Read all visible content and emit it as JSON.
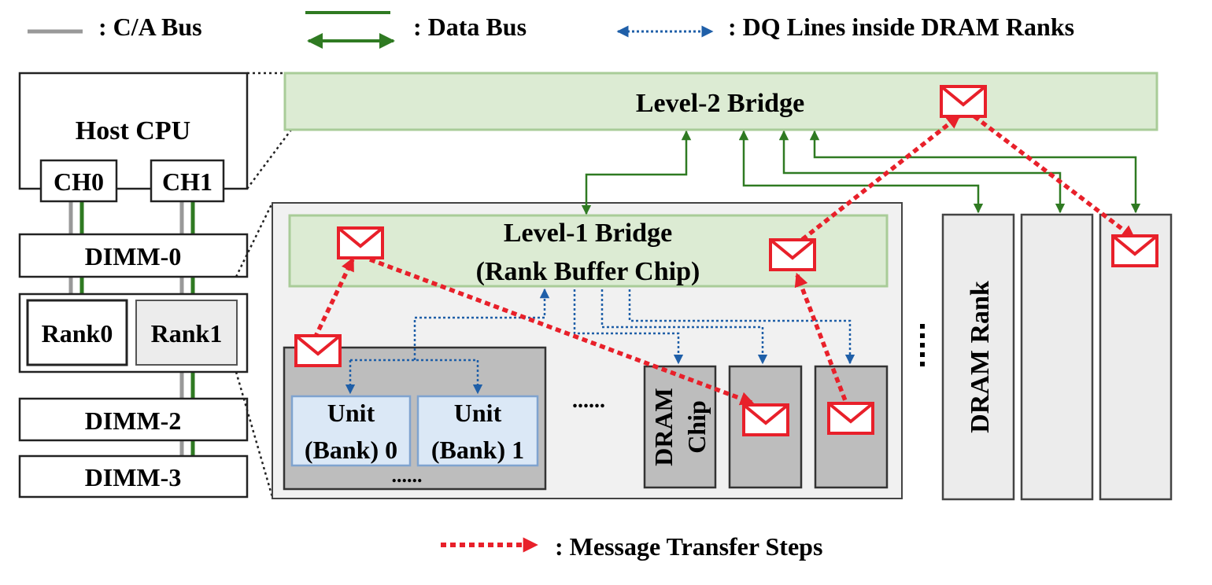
{
  "legend": {
    "ca_bus": ": C/A Bus",
    "data_bus": ": Data Bus",
    "dq_lines": ": DQ Lines inside DRAM Ranks",
    "message": ": Message Transfer Steps"
  },
  "host": {
    "title": "Host CPU",
    "channels": [
      "CH0",
      "CH1"
    ]
  },
  "dimms": [
    "DIMM-0",
    "DIMM-2",
    "DIMM-3"
  ],
  "ranks": [
    "Rank0",
    "Rank1"
  ],
  "bridges": {
    "level2": "Level-2 Bridge",
    "level1_line1": "Level-1 Bridge",
    "level1_line2": "(Rank Buffer Chip)"
  },
  "units": [
    {
      "line1": "Unit",
      "line2": "(Bank) 0"
    },
    {
      "line1": "Unit",
      "line2": "(Bank) 1"
    }
  ],
  "ellipsis": "......",
  "dram_chip": {
    "line1": "DRAM",
    "line2": "Chip"
  },
  "dram_rank": "DRAM Rank",
  "colors": {
    "ca_bus": "#999999",
    "data_bus": "#2f7a22",
    "dq_lines": "#1f5fa8",
    "message": "#e8202a",
    "bridge_fill": "#dcebd3",
    "bridge_stroke": "#a9cc98",
    "unit_fill": "#dbe8f6",
    "unit_stroke": "#7fa3cf",
    "chip_fill": "#bdbdbd",
    "panel_fill": "#f1f1f1"
  }
}
